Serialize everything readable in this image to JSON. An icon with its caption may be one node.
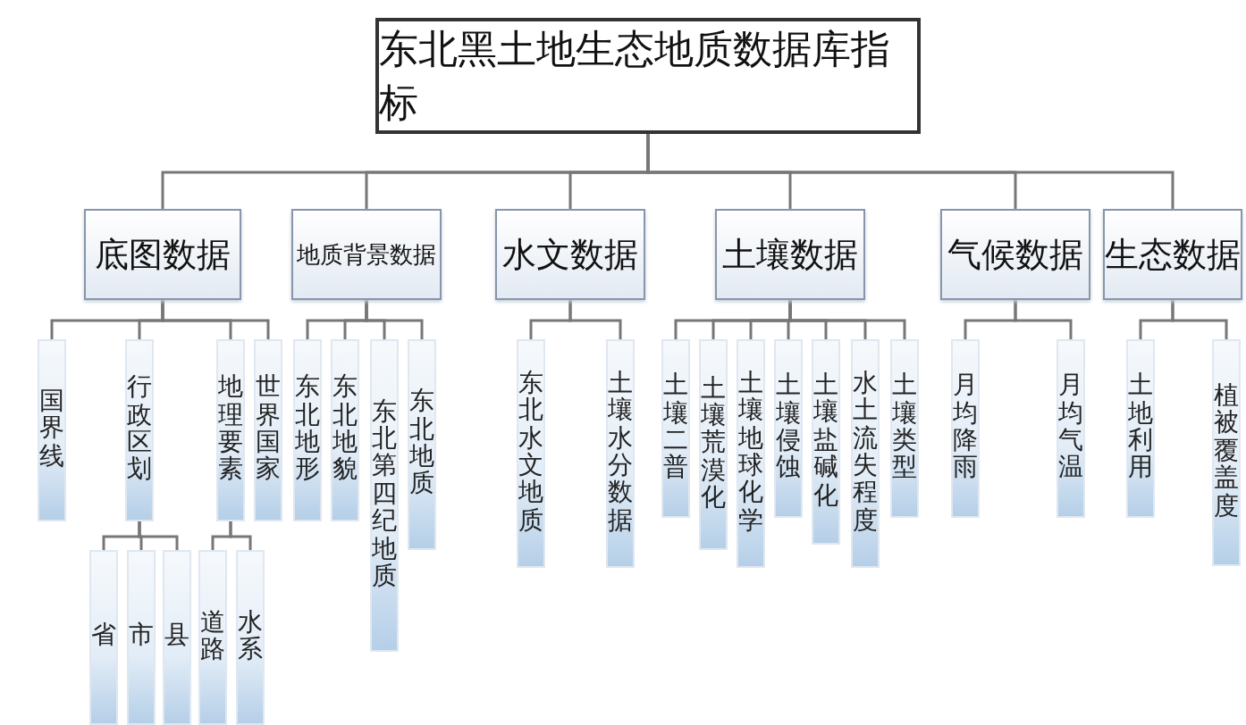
{
  "diagram": {
    "nodes": [
      {
        "text": [
          "东北黑土地生态地质数据库指标"
        ]
      },
      {
        "text": [
          "底图数据"
        ]
      },
      {
        "text": [
          "地质背景数据"
        ]
      },
      {
        "text": [
          "水文数据"
        ]
      },
      {
        "text": [
          "土壤数据"
        ]
      },
      {
        "text": [
          "气候数据"
        ]
      },
      {
        "text": [
          "生态数据"
        ]
      },
      {
        "text": [
          "国界线"
        ]
      },
      {
        "text": [
          "行政区划"
        ]
      },
      {
        "text": [
          "地理要素"
        ]
      },
      {
        "text": [
          "世界国家"
        ]
      },
      {
        "text": [
          "东北地形"
        ]
      },
      {
        "text": [
          "东北地貌"
        ]
      },
      {
        "text": [
          "东北第四纪地质"
        ]
      },
      {
        "text": [
          "东北地质"
        ]
      },
      {
        "text": [
          "东北水文地质"
        ]
      },
      {
        "text": [
          "土壤水分数据"
        ]
      },
      {
        "text": [
          "土壤二普"
        ]
      },
      {
        "text": [
          "土壤荒漠化"
        ]
      },
      {
        "text": [
          "土壤地球化学"
        ]
      },
      {
        "text": [
          "土壤侵蚀"
        ]
      },
      {
        "text": [
          "土壤盐碱化"
        ]
      },
      {
        "text": [
          "水土流失程度"
        ]
      },
      {
        "text": [
          "土壤类型"
        ]
      },
      {
        "text": [
          "月均降雨"
        ]
      },
      {
        "text": [
          "月均气温"
        ]
      },
      {
        "text": [
          "土地利用"
        ]
      },
      {
        "text": [
          "植被覆盖度"
        ]
      },
      {
        "text": [
          "省"
        ]
      },
      {
        "text": [
          "市"
        ]
      },
      {
        "text": [
          "县"
        ]
      },
      {
        "text": [
          "道路"
        ]
      },
      {
        "text": [
          "水系"
        ]
      }
    ],
    "edges": [
      {
        "from": 0,
        "to": 1,
        "arrow": "none"
      },
      {
        "from": 0,
        "to": 2,
        "arrow": "none"
      },
      {
        "from": 0,
        "to": 3,
        "arrow": "none"
      },
      {
        "from": 0,
        "to": 4,
        "arrow": "none"
      },
      {
        "from": 0,
        "to": 5,
        "arrow": "none"
      },
      {
        "from": 0,
        "to": 6,
        "arrow": "none"
      },
      {
        "from": 1,
        "to": 7,
        "arrow": "none"
      },
      {
        "from": 1,
        "to": 8,
        "arrow": "none"
      },
      {
        "from": 1,
        "to": 9,
        "arrow": "none"
      },
      {
        "from": 1,
        "to": 10,
        "arrow": "none"
      },
      {
        "from": 2,
        "to": 11,
        "arrow": "none"
      },
      {
        "from": 2,
        "to": 12,
        "arrow": "none"
      },
      {
        "from": 2,
        "to": 13,
        "arrow": "none"
      },
      {
        "from": 2,
        "to": 14,
        "arrow": "none"
      },
      {
        "from": 3,
        "to": 15,
        "arrow": "none"
      },
      {
        "from": 3,
        "to": 16,
        "arrow": "none"
      },
      {
        "from": 4,
        "to": 17,
        "arrow": "none"
      },
      {
        "from": 4,
        "to": 18,
        "arrow": "none"
      },
      {
        "from": 4,
        "to": 19,
        "arrow": "none"
      },
      {
        "from": 4,
        "to": 20,
        "arrow": "none"
      },
      {
        "from": 4,
        "to": 21,
        "arrow": "none"
      },
      {
        "from": 4,
        "to": 22,
        "arrow": "none"
      },
      {
        "from": 4,
        "to": 23,
        "arrow": "none"
      },
      {
        "from": 5,
        "to": 24,
        "arrow": "none"
      },
      {
        "from": 5,
        "to": 25,
        "arrow": "none"
      },
      {
        "from": 6,
        "to": 26,
        "arrow": "none"
      },
      {
        "from": 6,
        "to": 27,
        "arrow": "none"
      },
      {
        "from": 8,
        "to": 28,
        "arrow": "none"
      },
      {
        "from": 8,
        "to": 29,
        "arrow": "none"
      },
      {
        "from": 8,
        "to": 30,
        "arrow": "none"
      },
      {
        "from": 9,
        "to": 31,
        "arrow": "none"
      },
      {
        "from": 9,
        "to": 32,
        "arrow": "none"
      }
    ]
  }
}
